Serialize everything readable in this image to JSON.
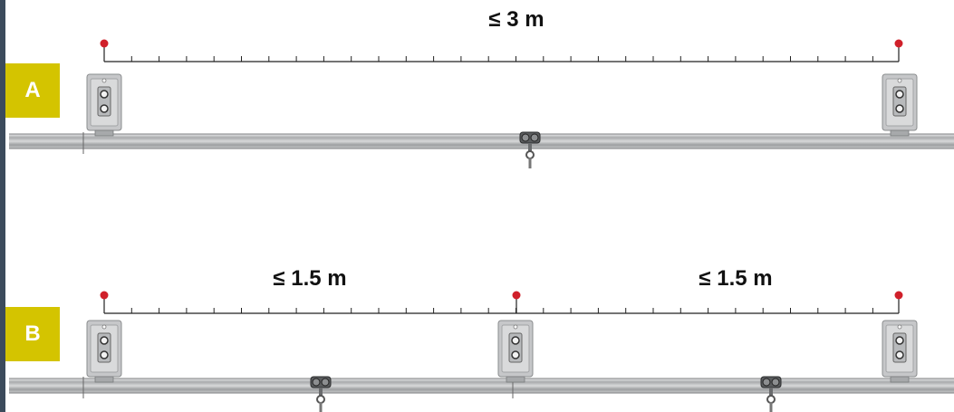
{
  "colors": {
    "badge": "#d4c400",
    "edge": "#3c4b5c",
    "marker": "#d0202a",
    "rail": "#b9bbbd",
    "bracket": "#c6c7c9"
  },
  "panel_a": {
    "badge": "A",
    "spans": [
      {
        "label": "≤ 3 m"
      }
    ]
  },
  "panel_b": {
    "badge": "B",
    "spans": [
      {
        "label": "≤ 1.5 m"
      },
      {
        "label": "≤ 1.5 m"
      }
    ]
  }
}
